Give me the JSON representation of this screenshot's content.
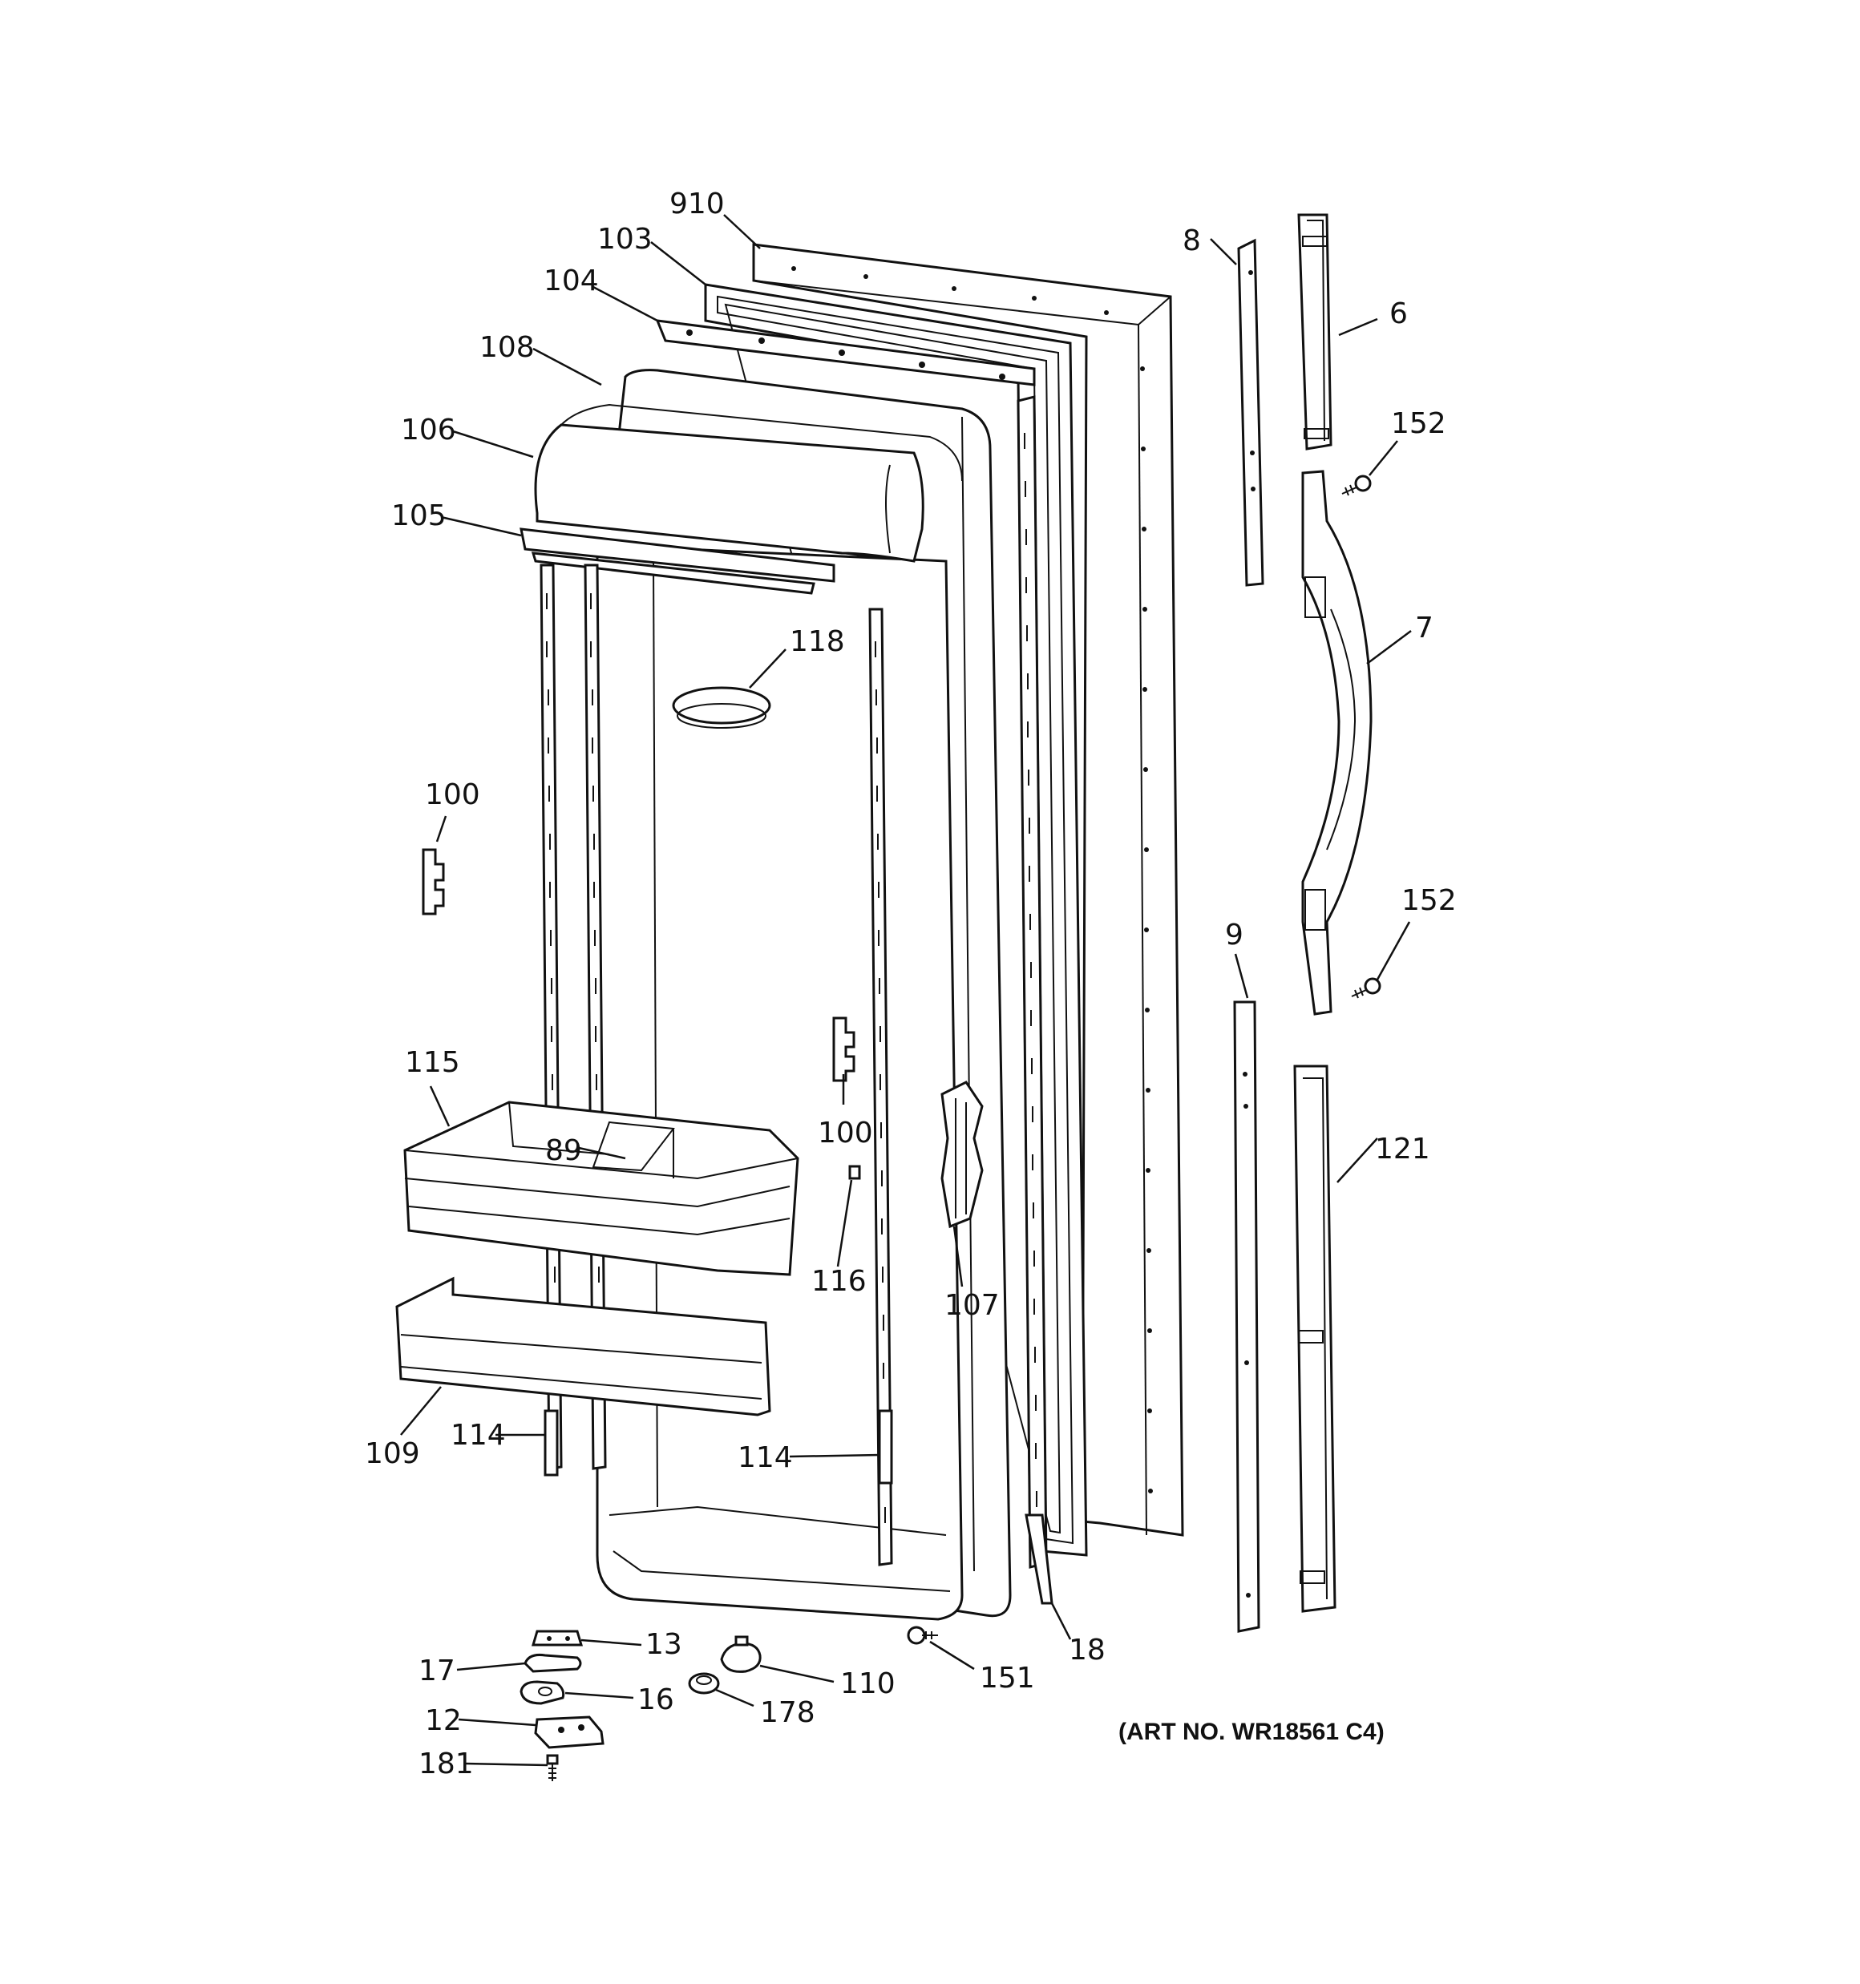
{
  "art_number": "(ART NO. WR18561 C4)",
  "callouts": [
    {
      "id": "910",
      "text": "910"
    },
    {
      "id": "103",
      "text": "103"
    },
    {
      "id": "104",
      "text": "104"
    },
    {
      "id": "108",
      "text": "108"
    },
    {
      "id": "106",
      "text": "106"
    },
    {
      "id": "105",
      "text": "105"
    },
    {
      "id": "118",
      "text": "118"
    },
    {
      "id": "100a",
      "text": "100"
    },
    {
      "id": "100b",
      "text": "100"
    },
    {
      "id": "115",
      "text": "115"
    },
    {
      "id": "89",
      "text": "89"
    },
    {
      "id": "116",
      "text": "116"
    },
    {
      "id": "107",
      "text": "107"
    },
    {
      "id": "109",
      "text": "109"
    },
    {
      "id": "114a",
      "text": "114"
    },
    {
      "id": "114b",
      "text": "114"
    },
    {
      "id": "13",
      "text": "13"
    },
    {
      "id": "17",
      "text": "17"
    },
    {
      "id": "16",
      "text": "16"
    },
    {
      "id": "12",
      "text": "12"
    },
    {
      "id": "181",
      "text": "181"
    },
    {
      "id": "178",
      "text": "178"
    },
    {
      "id": "110",
      "text": "110"
    },
    {
      "id": "151",
      "text": "151"
    },
    {
      "id": "18",
      "text": "18"
    },
    {
      "id": "8",
      "text": "8"
    },
    {
      "id": "6",
      "text": "6"
    },
    {
      "id": "152a",
      "text": "152"
    },
    {
      "id": "7",
      "text": "7"
    },
    {
      "id": "152b",
      "text": "152"
    },
    {
      "id": "9",
      "text": "9"
    },
    {
      "id": "121",
      "text": "121"
    }
  ]
}
